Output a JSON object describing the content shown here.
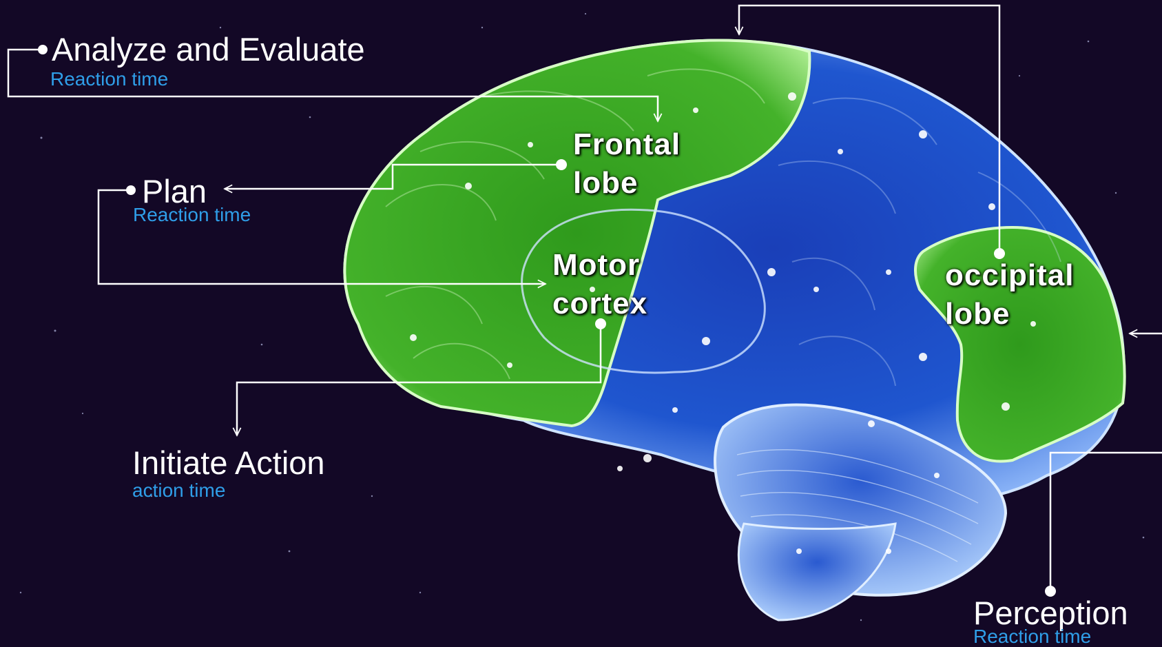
{
  "steps": {
    "analyze": {
      "title": "Analyze and Evaluate",
      "sub": "Reaction time"
    },
    "plan": {
      "title": "Plan",
      "sub": "Reaction time"
    },
    "initiate": {
      "title": "Initiate Action",
      "sub": "action time"
    },
    "perception": {
      "title": "Perception",
      "sub": "Reaction time"
    }
  },
  "regions": {
    "frontal": {
      "line1": "Frontal",
      "line2": "lobe"
    },
    "motor": {
      "line1": "Motor",
      "line2": "cortex"
    },
    "occipital": {
      "line1": "occipital",
      "line2": "lobe"
    }
  },
  "colors": {
    "background": "#130826",
    "brain_blue": "#1e4fc8",
    "lobe_green": "#3aa822",
    "subtitle": "#2f9ee8",
    "connector": "#ffffff"
  }
}
